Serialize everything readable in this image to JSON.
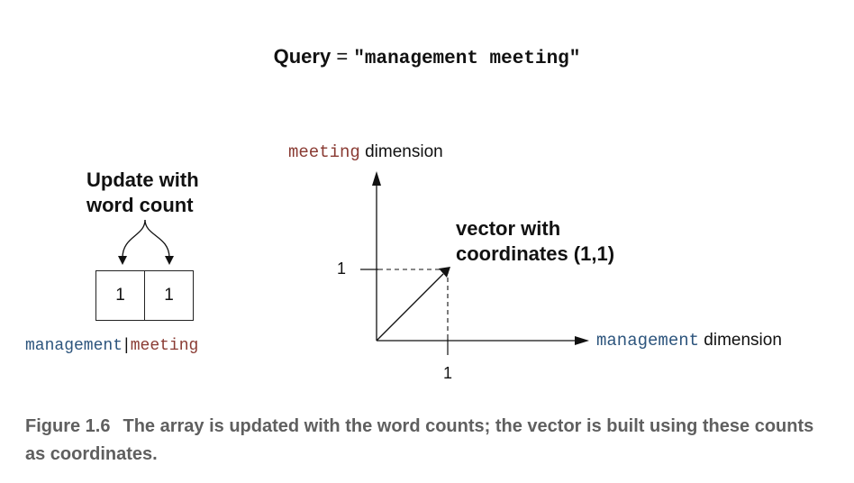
{
  "query": {
    "label": "Query",
    "equals": "=",
    "string": "\"management meeting\""
  },
  "array": {
    "annotation_line1": "Update with",
    "annotation_line2": "word count",
    "cells": [
      "1",
      "1"
    ],
    "label_left": "management",
    "separator": "|",
    "label_right": "meeting"
  },
  "graph": {
    "y_axis_term": "meeting",
    "y_axis_suffix": " dimension",
    "x_axis_term": "management",
    "x_axis_suffix": " dimension",
    "y_tick": "1",
    "x_tick": "1",
    "vector_line1": "vector with",
    "vector_line2": "coordinates (1,1)"
  },
  "caption": {
    "figure_number": "Figure 1.6",
    "text": "The array is updated with the word counts; the vector is built using these counts as coordinates."
  },
  "colors": {
    "meeting": "#8a3b33",
    "management": "#2d557d",
    "caption": "#5f5f5f"
  }
}
